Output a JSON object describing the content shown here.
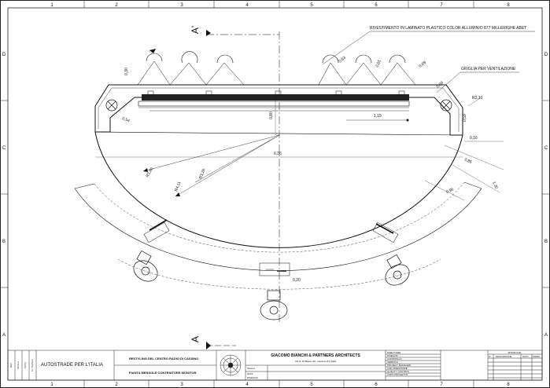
{
  "grid": {
    "columns": [
      "1",
      "2",
      "3",
      "4",
      "5",
      "6",
      "7",
      "8"
    ],
    "rows": [
      "D",
      "C",
      "B",
      "A"
    ]
  },
  "section_marks": {
    "top": "A'",
    "bottom": "A"
  },
  "annotations": {
    "cladding": "RIVESTIMENTO IN LAMINATO PLASTICO COLOR ALLUMINIO 877 MILLERIGHE ABET",
    "vent_grille": "GRIGLIA PER VENTILAZIONE"
  },
  "dimensions": {
    "d030": "0,30",
    "d054": "0,54",
    "d080": "0,80",
    "d115": "1,15",
    "d636": "6,36",
    "d016": "0,16",
    "d085": "0,85",
    "d130": "1,30",
    "d096": "0,96",
    "d020": "0,20",
    "r340": "R3,40",
    "r411": "R4,11",
    "r326": "R3,26",
    "r210": "R2,10",
    "d063": "0,63",
    "d065": "0,65",
    "d069": "0,69",
    "d060": "0,60",
    "d059": "0,59"
  },
  "title_block": {
    "revision_labels": [
      "REV",
      "SCALA",
      "DATA",
      "N. TAVOLA"
    ],
    "client": "AUTOSTRADE PER L'ITALIA",
    "project": "RESTYLING DEL CENTRO RADIO DI CASSINO",
    "drawing_title": "PIANTA MENSOLE CONTENITORE MONITOR",
    "firm_name": "GIACOMO BIANCHI & PARTNERS ARCHITECTS",
    "firm_address": "Via G. Di Biasio, 90 - Cassino (Fr) Italia",
    "firm_fields": [
      "SCALA",
      "DATA",
      "DISEGNO"
    ],
    "roles": [
      "DIRETTORE",
      "DISEGNO",
      "CONTROLLO",
      "VERIFICA",
      "PROJECT MANAGER",
      "CAD OPERATORE",
      "QUALITY CONTROL",
      "CAPO PROGETTO"
    ],
    "revision_table_header": [
      "N°",
      "DESCRIZIONE",
      "DATA",
      "FIRMA"
    ],
    "revision_table_title": "MODIFICHE"
  }
}
